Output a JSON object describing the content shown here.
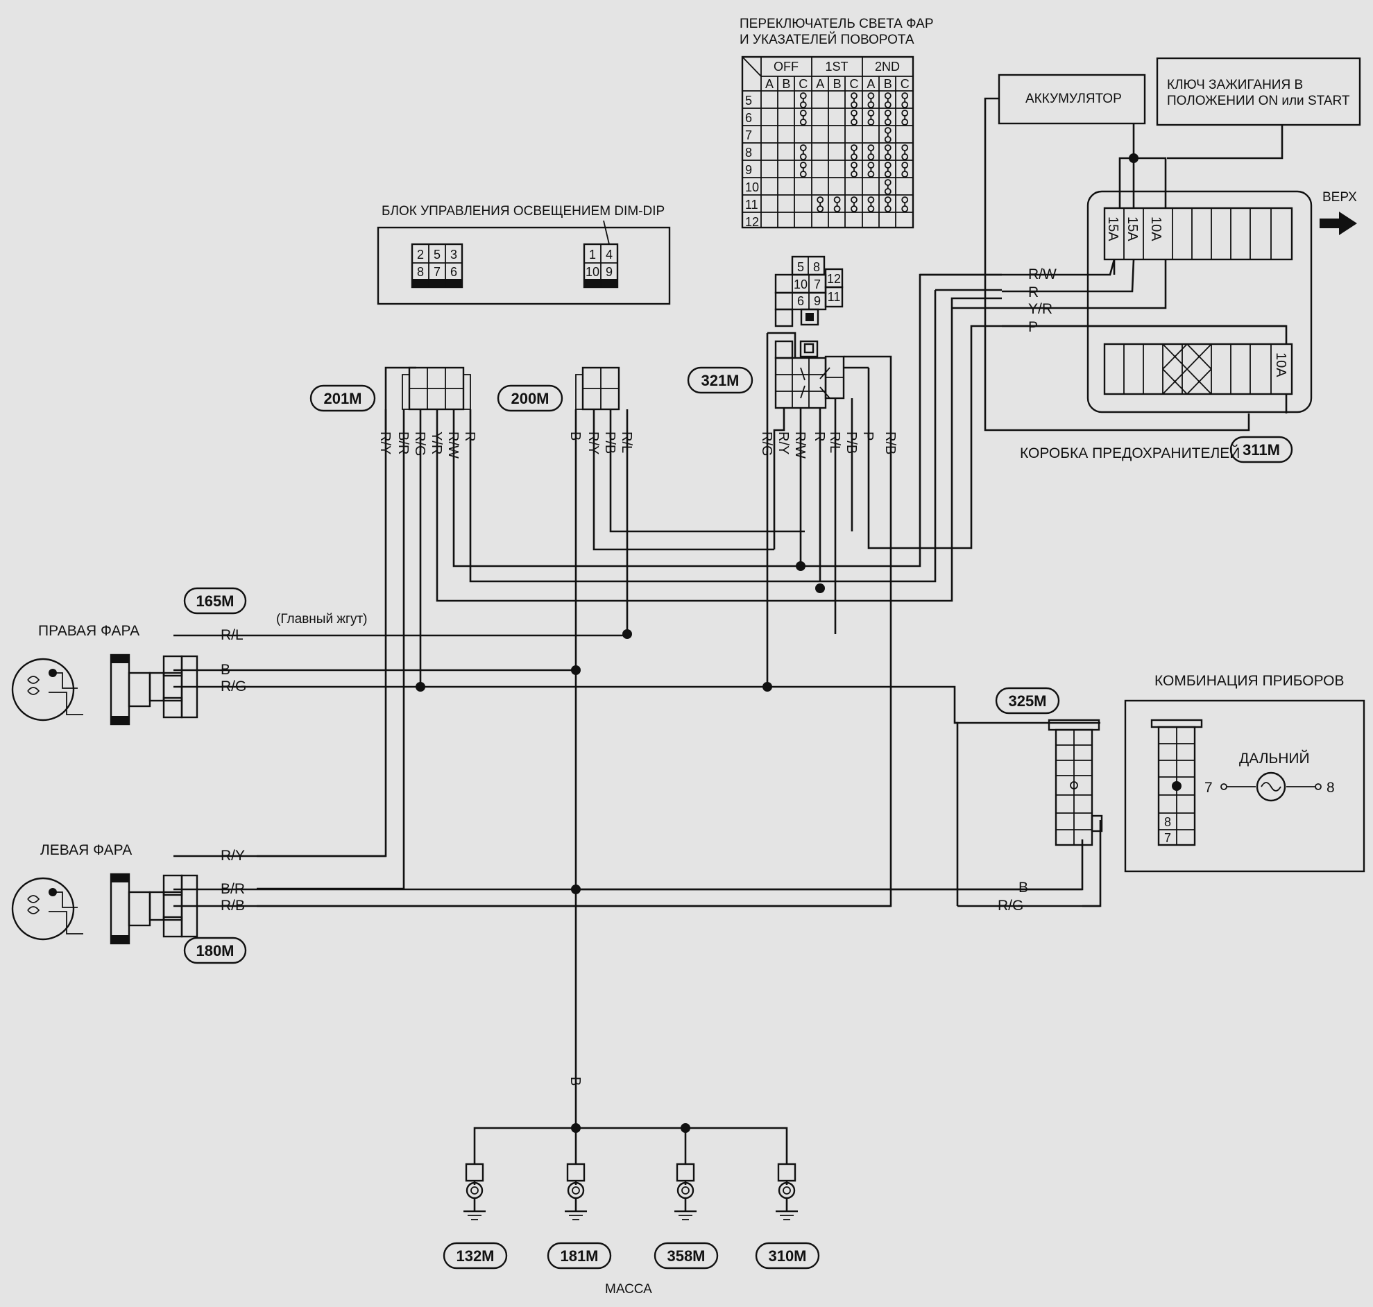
{
  "titles": {
    "switch_title_1": "ПЕРЕКЛЮЧАТЕЛЬ СВЕТА ФАР",
    "switch_title_2": "И УКАЗАТЕЛЕЙ ПОВОРОТА",
    "dimdip": "БЛОК УПРАВЛЕНИЯ ОСВЕЩЕНИЕМ DIM-DIP",
    "battery": "АККУМУЛЯТОР",
    "ignition_1": "КЛЮЧ ЗАЖИГАНИЯ В",
    "ignition_2": "ПОЛОЖЕНИИ ON или START",
    "up": "ВЕРХ",
    "fusebox": "КОРОБКА ПРЕДОХРАНИТЕЛЕЙ",
    "right_lamp": "ПРАВАЯ ФАРА",
    "left_lamp": "ЛЕВАЯ ФАРА",
    "main_harness": "(Главный жгут)",
    "cluster": "КОМБИНАЦИЯ ПРИБОРОВ",
    "high_beam": "ДАЛЬНИЙ",
    "ground": "МАССА"
  },
  "switch_table": {
    "positions": [
      "OFF",
      "1ST",
      "2ND"
    ],
    "columns": [
      "A",
      "B",
      "C",
      "A",
      "B",
      "C",
      "A",
      "B",
      "C"
    ],
    "rows": [
      "5",
      "6",
      "7",
      "8",
      "9",
      "10",
      "11",
      "12"
    ]
  },
  "connectors": {
    "c201": "201M",
    "c200": "200M",
    "c321": "321M",
    "c311": "311M",
    "c165": "165M",
    "c180": "180M",
    "c325": "325M",
    "g1": "132M",
    "g2": "181M",
    "g3": "358M",
    "g4": "310M"
  },
  "dimdip_pins_left": [
    "2",
    "5",
    "3",
    "8",
    "7",
    "6"
  ],
  "dimdip_pins_right": [
    "1",
    "4",
    "10",
    "9"
  ],
  "c321_pins": [
    "5",
    "8",
    "10",
    "7",
    "12",
    "6",
    "9",
    "11"
  ],
  "fuses": {
    "f1": "15A",
    "f2": "15A",
    "f3": "10A",
    "f4": "10A"
  },
  "wires": {
    "c201": [
      "R/Y",
      "B/R",
      "R/G",
      "Y/R",
      "R/W",
      "R"
    ],
    "c200": [
      "B",
      "R/Y",
      "P/B",
      "R/L"
    ],
    "c321": [
      "R/G",
      "R/Y",
      "R/W",
      "R",
      "R/L",
      "P/B",
      "P",
      "R/B"
    ],
    "fuse_in": [
      "R/W",
      "R",
      "Y/R",
      "P"
    ],
    "right_lamp": [
      "R/L",
      "B",
      "R/G"
    ],
    "left_lamp": [
      "R/Y",
      "B/R",
      "R/B"
    ],
    "cluster_in": [
      "B",
      "R/G"
    ],
    "ground_trunk": "B"
  },
  "cluster_pins": {
    "p7": "7",
    "p8": "8",
    "n8": "8",
    "n7": "7"
  }
}
